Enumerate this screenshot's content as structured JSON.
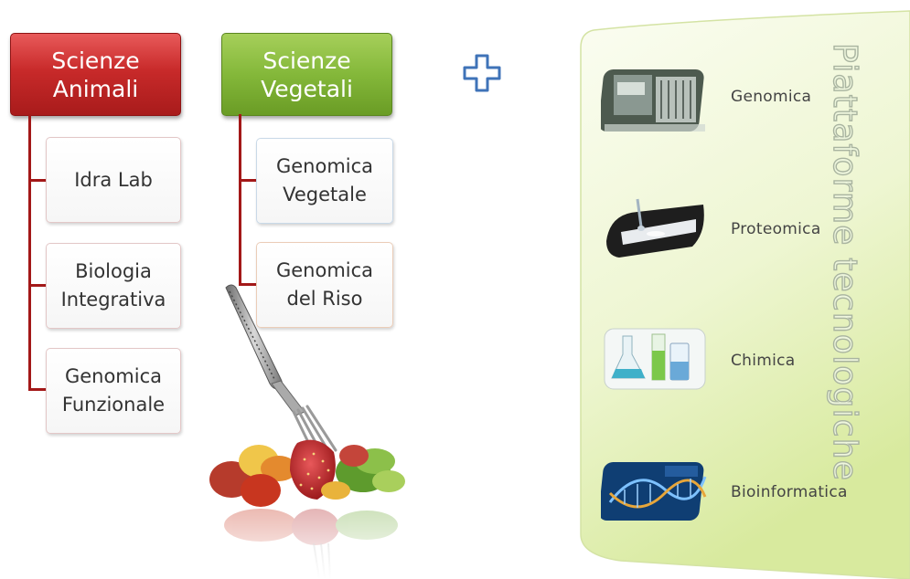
{
  "divisions": [
    {
      "title": "Scienze\nAnimali",
      "children": [
        "Idra Lab",
        "Biologia\nIntegrativa",
        "Genomica\nFunzionale"
      ]
    },
    {
      "title": "Scienze\nVegetali",
      "children": [
        "Genomica\nVegetale",
        "Genomica\ndel Riso"
      ]
    }
  ],
  "plus_icon": "plus-icon",
  "panel": {
    "title": "Piattaforme tecnologiche",
    "platforms": [
      {
        "label": "Genomica",
        "icon": "lab-equipment-image"
      },
      {
        "label": "Proteomica",
        "icon": "pipette-image"
      },
      {
        "label": "Chimica",
        "icon": "flasks-image"
      },
      {
        "label": "Bioinformatica",
        "icon": "dna-image"
      }
    ]
  },
  "colors": {
    "animal_header": "#c62b2b",
    "plant_header": "#84b83a",
    "connector": "#a31818",
    "panel_fill": "#eaf5c7",
    "plus_icon": "#3f73b8"
  }
}
